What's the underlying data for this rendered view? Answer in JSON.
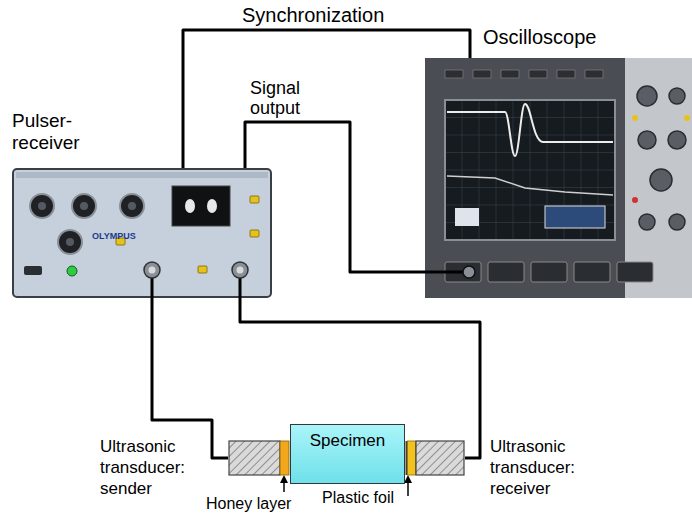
{
  "diagram": {
    "nodes": [
      {
        "text": [
          "Pulser-receiver",
          "OLYMPUS"
        ]
      },
      {
        "text": [
          "Oscilloscope"
        ]
      },
      {
        "text": [
          "Specimen"
        ]
      },
      {
        "text": [
          "Ultrasonic transducer: sender"
        ]
      },
      {
        "text": [
          "Ultrasonic transducer: receiver"
        ]
      }
    ],
    "edges": [
      {
        "from": 0,
        "to": 1,
        "arrow": "none",
        "label": "Synchronization"
      },
      {
        "from": 0,
        "to": 1,
        "arrow": "none",
        "label": "Signal output"
      },
      {
        "from": 0,
        "to": 3,
        "arrow": "none"
      },
      {
        "from": 0,
        "to": 4,
        "arrow": "none"
      }
    ],
    "labels": [
      "Honey layer",
      "Plastic foil"
    ]
  }
}
